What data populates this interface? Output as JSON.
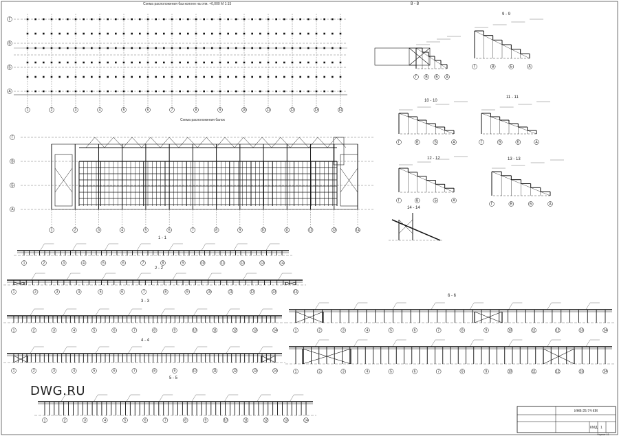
{
  "plan_columns": {
    "title": "Схема расположения баз колонн на отм. +0,000 М 1:15"
  },
  "plan_beams": {
    "title": "Схема расположения балок"
  },
  "axes_numbers": [
    "1",
    "2",
    "3",
    "4",
    "5",
    "6",
    "7",
    "8",
    "9",
    "10",
    "11",
    "12",
    "13",
    "14"
  ],
  "axes_letters": [
    "А",
    "Б",
    "В",
    "Г"
  ],
  "sections": {
    "s1": "1 - 1",
    "s2": "2 - 2",
    "s3": "3 - 3",
    "s4": "4 - 4",
    "s5": "5 - 5",
    "s6": "6 - 6",
    "s8": "8 - 8",
    "s9": "9 - 9",
    "s10": "10 - 10",
    "s11": "11 - 11",
    "s12": "12 - 12",
    "s13": "13 - 13",
    "s14": "14 - 14"
  },
  "title_block": {
    "code": "ИНВ-25-74-КМ",
    "stage": "КМД",
    "sheet": "1",
    "format": "Формат А1"
  },
  "watermark": "DWG.RU",
  "colors": {
    "line": "#111111",
    "thin": "#666666",
    "paper": "#ffffff"
  }
}
